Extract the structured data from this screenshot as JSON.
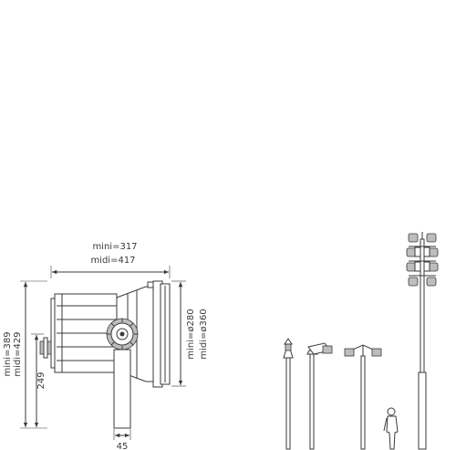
{
  "dimensions": {
    "width_mini": "mini=317",
    "width_midi": "midi=417",
    "height_mini": "mini=389",
    "height_midi": "midi=429",
    "diameter_mini": "mini=ø280",
    "diameter_midi": "midi=ø360",
    "mount_height": "249",
    "bracket_width": "45"
  },
  "colors": {
    "line": "#3a3a3a",
    "fill_grey": "#bdbdbd",
    "background": "#ffffff"
  }
}
